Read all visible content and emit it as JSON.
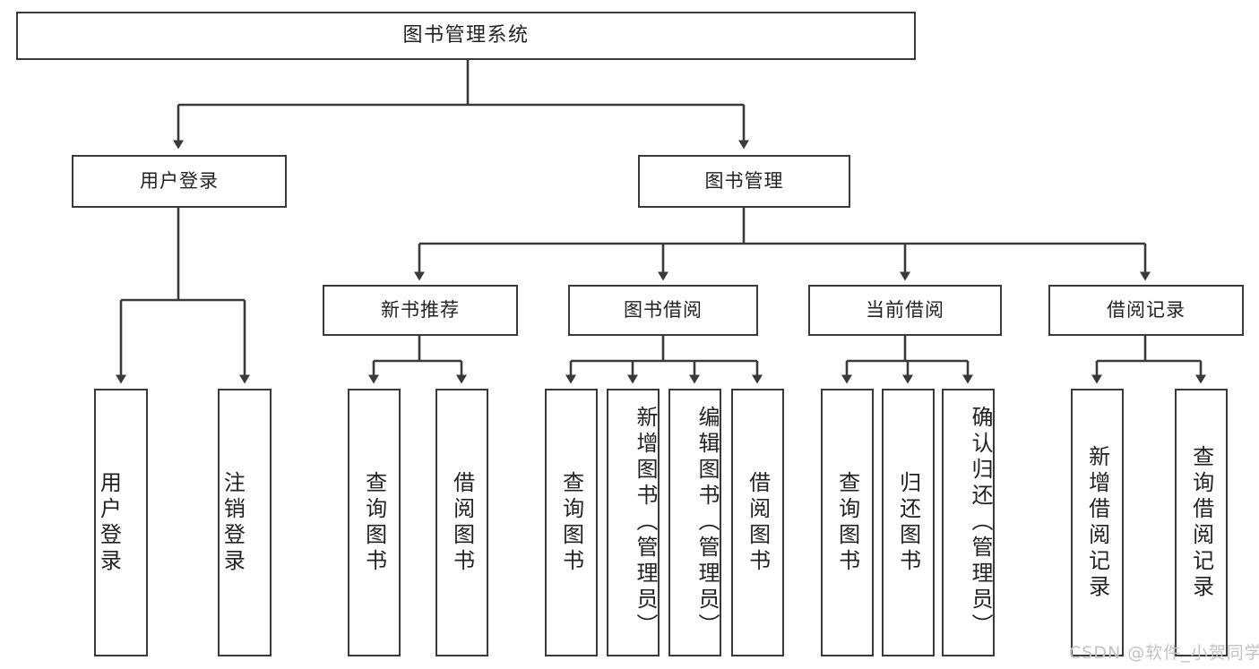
{
  "diagram": {
    "title": "图书管理系统",
    "type": "hierarchy-tree",
    "root": {
      "label": "图书管理系统"
    },
    "level2": [
      {
        "label": "用户登录"
      },
      {
        "label": "图书管理"
      }
    ],
    "level3": [
      {
        "label": "新书推荐"
      },
      {
        "label": "图书借阅"
      },
      {
        "label": "当前借阅"
      },
      {
        "label": "借阅记录"
      }
    ],
    "leaves": {
      "user_login": [
        {
          "label": "用户登录"
        },
        {
          "label": "注销登录"
        }
      ],
      "new_book_recommend": [
        {
          "label": "查询图书"
        },
        {
          "label": "借阅图书"
        }
      ],
      "book_borrow": [
        {
          "label": "查询图书"
        },
        {
          "label": "新增图书（管理员）"
        },
        {
          "label": "编辑图书（管理员）"
        },
        {
          "label": "借阅图书"
        }
      ],
      "current_borrow": [
        {
          "label": "查询图书"
        },
        {
          "label": "归还图书"
        },
        {
          "label": "确认归还（管理员）"
        }
      ],
      "borrow_record": [
        {
          "label": "新增借阅记录"
        },
        {
          "label": "查询借阅记录"
        }
      ]
    }
  },
  "watermark": {
    "text": "CSDN @软件_小贺同学"
  },
  "colors": {
    "stroke": "#3a3a3a",
    "fill": "#ffffff",
    "text": "#222222",
    "watermark": "#c2c2c2"
  }
}
